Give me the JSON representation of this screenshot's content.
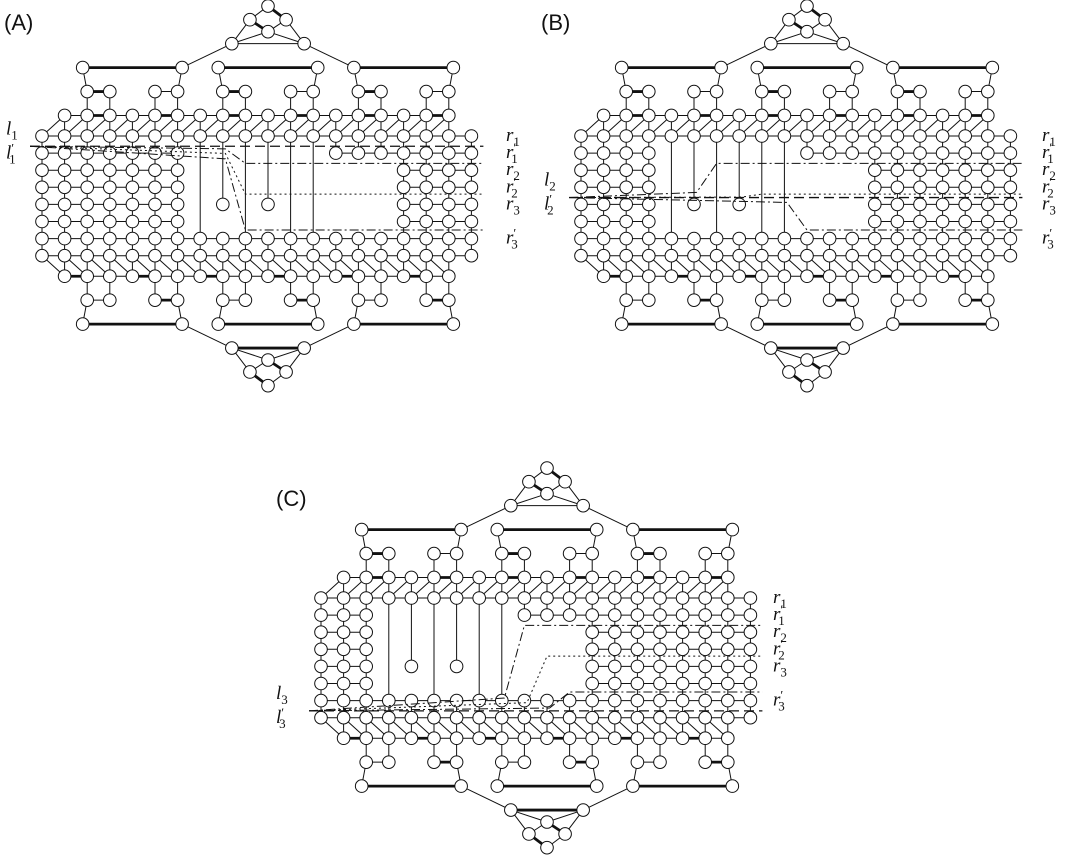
{
  "figure": {
    "panels": [
      {
        "id": "A",
        "tag": "(A)",
        "left_labels": [
          {
            "base": "l",
            "sub": "1",
            "prime": false
          },
          {
            "base": "l",
            "sub": "1",
            "prime": true
          }
        ],
        "right_labels": [
          {
            "base": "r",
            "sub": "1",
            "prime": false
          },
          {
            "base": "r",
            "sub": "1",
            "prime": true
          },
          {
            "base": "r",
            "sub": "2",
            "prime": false
          },
          {
            "base": "r",
            "sub": "2",
            "prime": true
          },
          {
            "base": "r",
            "sub": "3",
            "prime": false
          },
          {
            "base": "r",
            "sub": "3",
            "prime": true
          }
        ]
      },
      {
        "id": "B",
        "tag": "(B)",
        "left_labels": [
          {
            "base": "l",
            "sub": "2",
            "prime": false
          },
          {
            "base": "l",
            "sub": "2",
            "prime": true
          }
        ],
        "right_labels": [
          {
            "base": "r",
            "sub": "1",
            "prime": false
          },
          {
            "base": "r",
            "sub": "1",
            "prime": true
          },
          {
            "base": "r",
            "sub": "2",
            "prime": false
          },
          {
            "base": "r",
            "sub": "2",
            "prime": true
          },
          {
            "base": "r",
            "sub": "3",
            "prime": false
          },
          {
            "base": "r",
            "sub": "3",
            "prime": true
          }
        ]
      },
      {
        "id": "C",
        "tag": "(C)",
        "left_labels": [
          {
            "base": "l",
            "sub": "3",
            "prime": false
          },
          {
            "base": "l",
            "sub": "3",
            "prime": true
          }
        ],
        "right_labels": [
          {
            "base": "r",
            "sub": "1",
            "prime": false
          },
          {
            "base": "r",
            "sub": "1",
            "prime": true
          },
          {
            "base": "r",
            "sub": "2",
            "prime": false
          },
          {
            "base": "r",
            "sub": "2",
            "prime": true
          },
          {
            "base": "r",
            "sub": "3",
            "prime": false
          },
          {
            "base": "r",
            "sub": "3",
            "prime": true
          }
        ]
      }
    ],
    "colors": {
      "stroke": "#111111",
      "node_fill": "#ffffff",
      "background": "#ffffff"
    }
  }
}
